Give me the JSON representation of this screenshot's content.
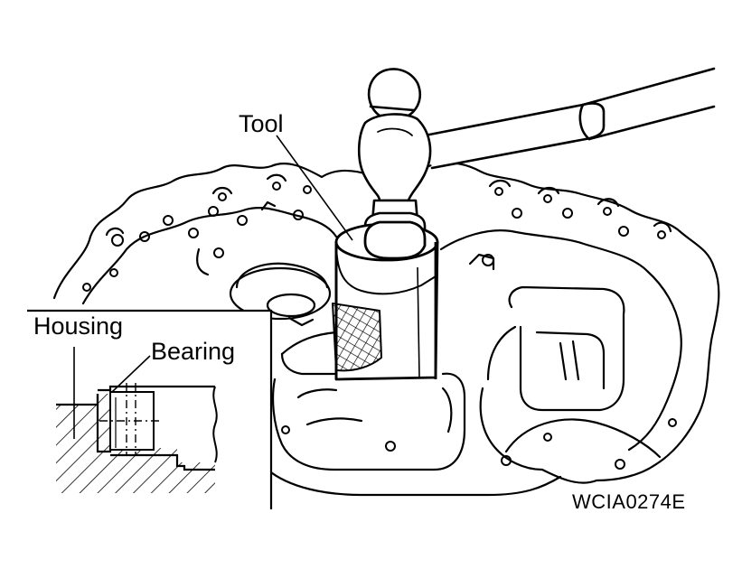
{
  "labels": {
    "tool": "Tool",
    "housing": "Housing",
    "bearing": "Bearing",
    "figure_code": "WCIA0274E"
  },
  "colors": {
    "ink": "#000000",
    "paper": "#ffffff"
  }
}
